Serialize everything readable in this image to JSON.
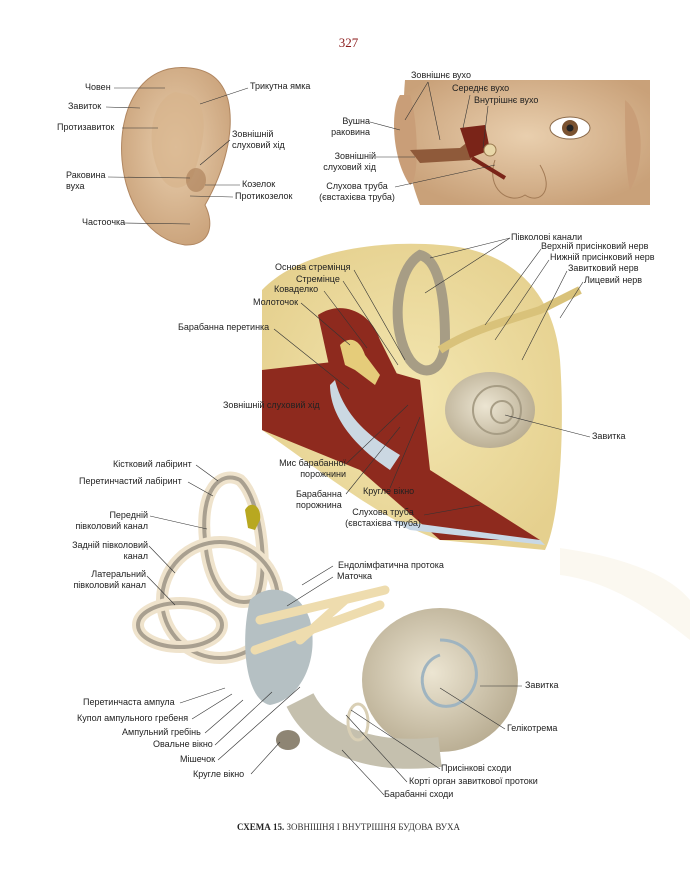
{
  "page_number": "327",
  "caption": {
    "prefix": "СХЕМА 15.",
    "text": "ЗОВНІШНЯ І ВНУТРІШНЯ БУДОВА ВУХА"
  },
  "outer_ear": {
    "labels": [
      "Човен",
      "Завиток",
      "Протизавиток",
      "Раковина вуха",
      "Частоочка",
      "Трикутна ямка",
      "Зовнішній слуховий хід",
      "Козелок",
      "Протикозелок"
    ]
  },
  "head": {
    "labels": [
      "Зовнішнє вухо",
      "Середнє вухо",
      "Внутрішнє вухо",
      "Вушна раковина",
      "Зовнішній слуховий хід",
      "Слухова труба (євстахієва труба)"
    ]
  },
  "middle_ear": {
    "labels": [
      "Півколові канали",
      "Верхній присінковий нерв",
      "Нижній присінковий нерв",
      "Завитковий нерв",
      "Лицевий нерв",
      "Основа стремінця",
      "Стремінце",
      "Коваделко",
      "Молоточок",
      "Барабанна перетинка",
      "Зовнішній слуховий хід",
      "Завитка",
      "Мис барабанної порожнини",
      "Барабанна порожнина",
      "Кругле вікно",
      "Слухова труба (євстахієва труба)"
    ]
  },
  "inner_ear": {
    "labels": [
      "Кістковий лабіринт",
      "Перетинчастий лабіринт",
      "Передній півколовий канал",
      "Задній півколовий канал",
      "Латеральний півколовий канал",
      "Ендолімфатична протока",
      "Маточка",
      "Завитка",
      "Гелікотрема",
      "Перетинчаста ампула",
      "Купол ампульного гребеня",
      "Ампульний гребінь",
      "Овальне вікно",
      "Мішечок",
      "Кругле вікно",
      "Присінкові сходи",
      "Корті орган завиткової протоки",
      "Барабанні сходи"
    ]
  }
}
